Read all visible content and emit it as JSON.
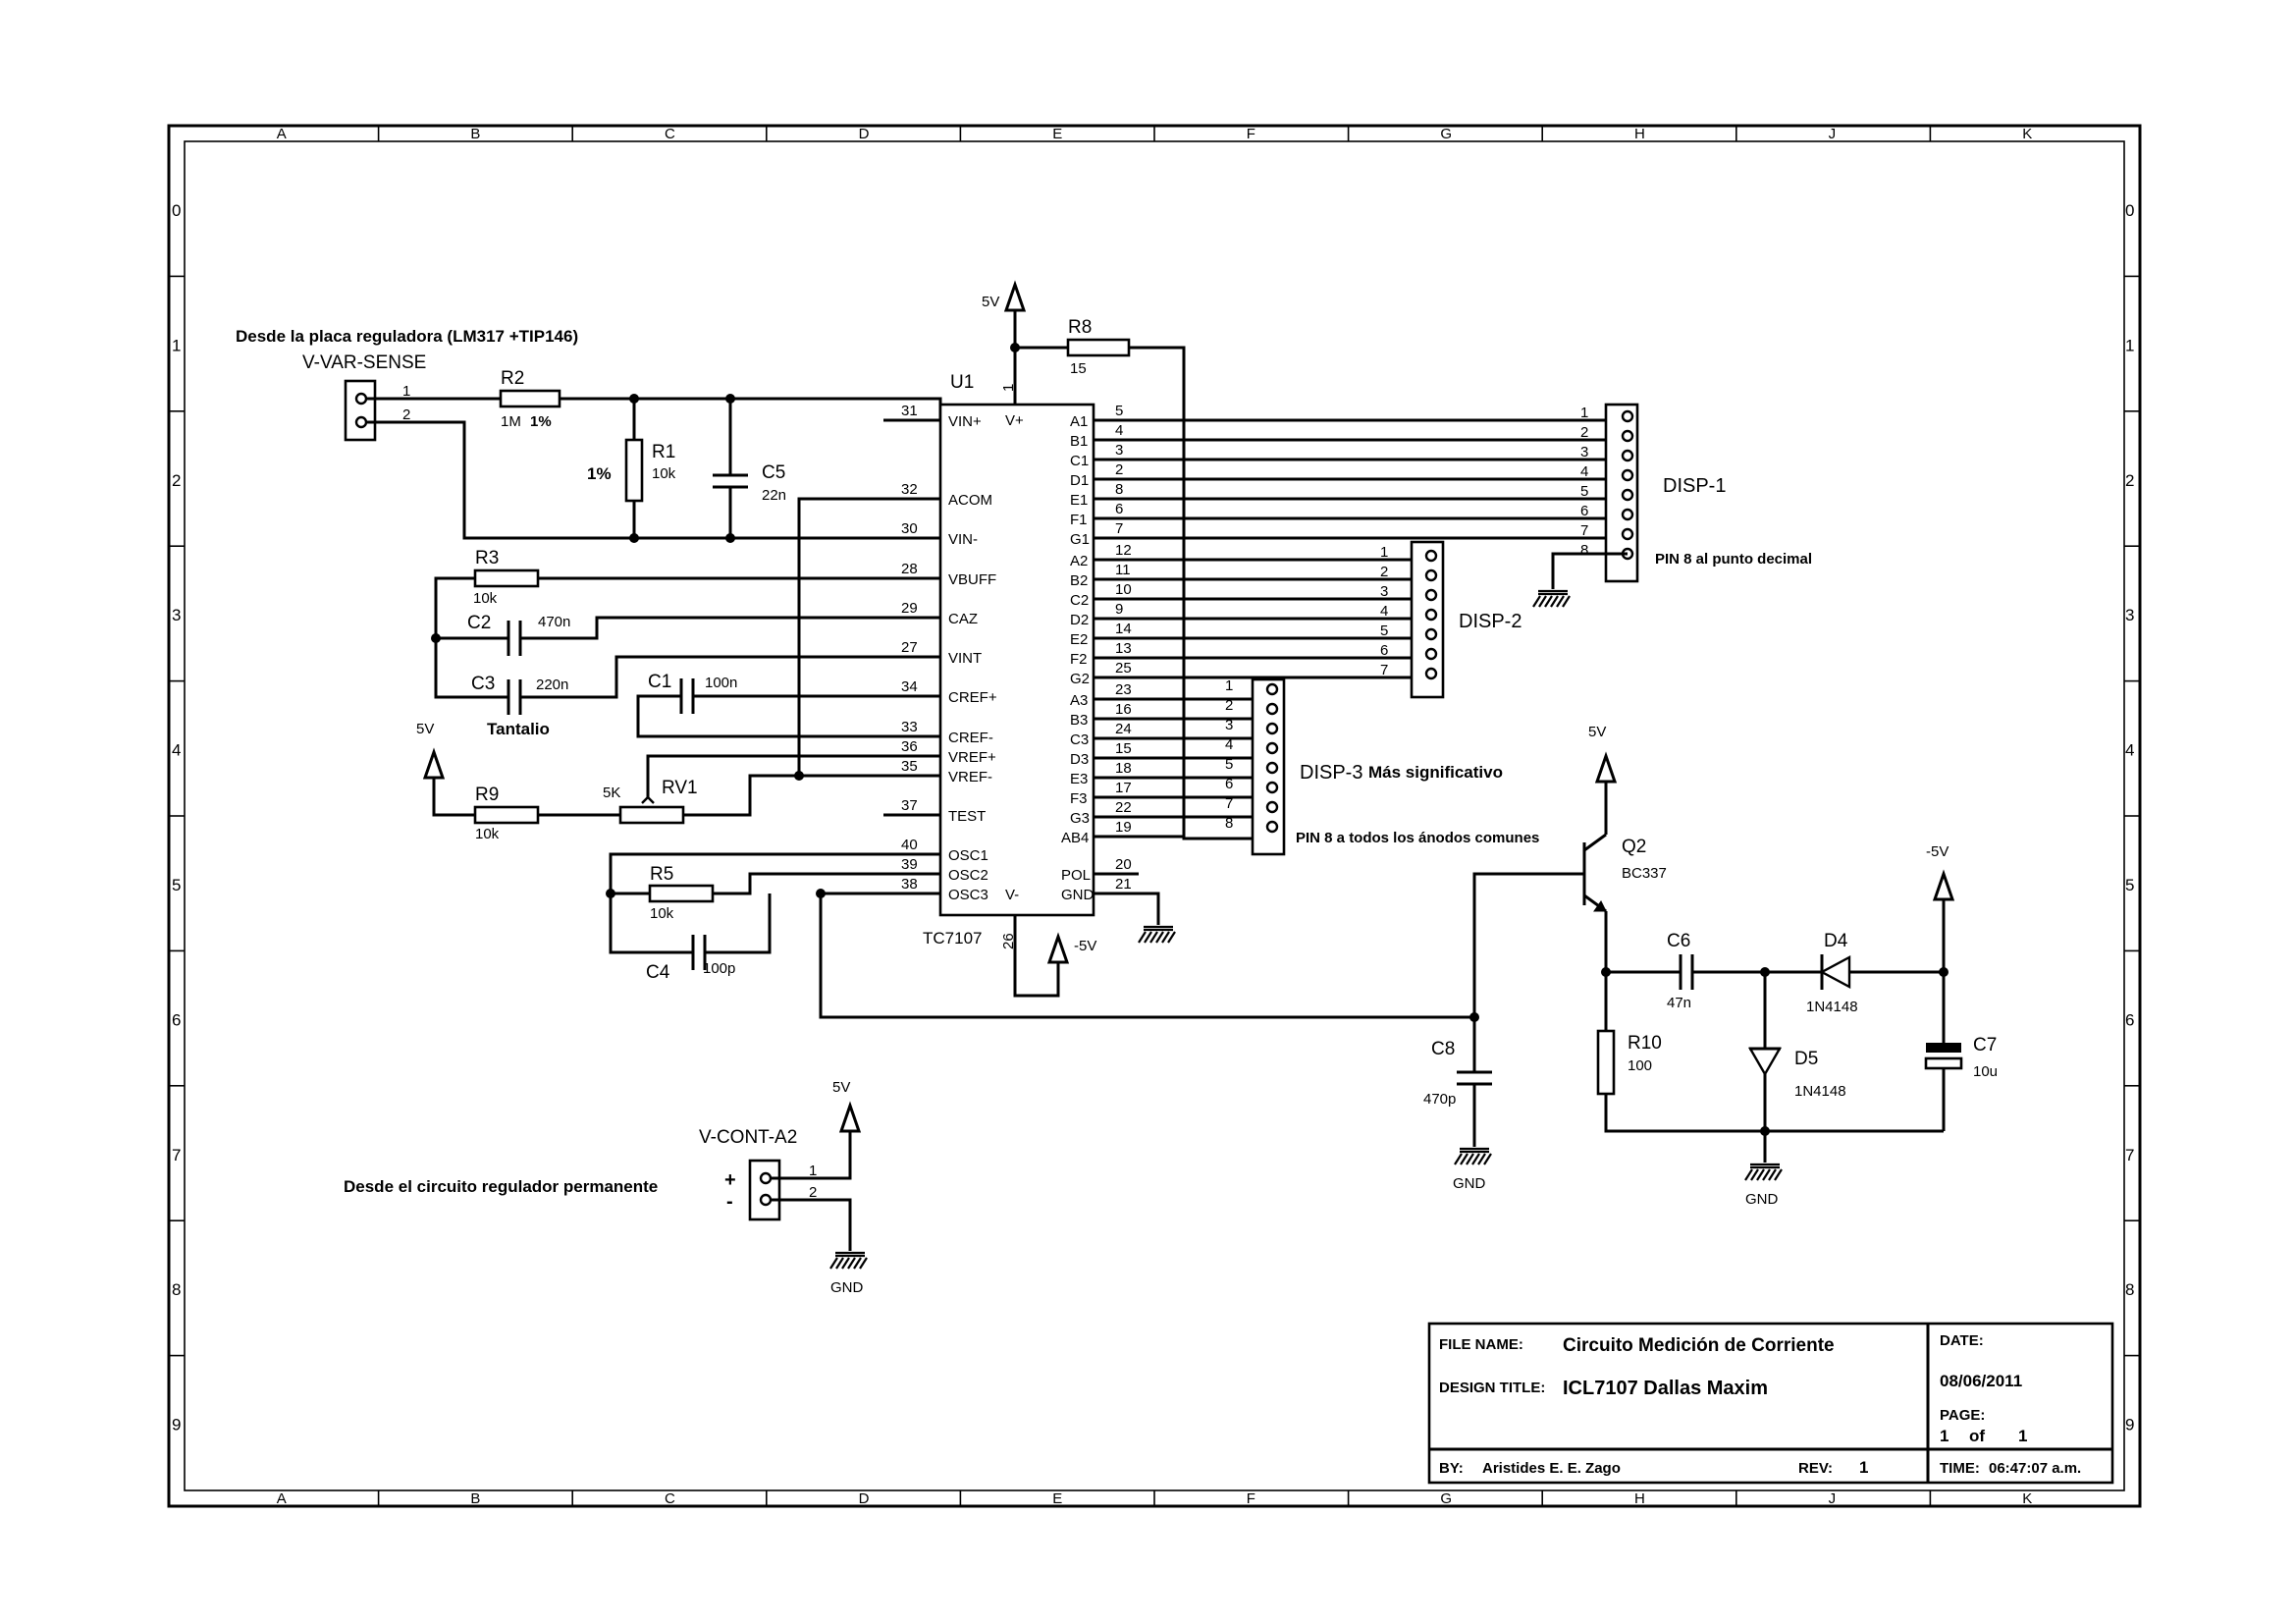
{
  "frame": {
    "columns": [
      "A",
      "B",
      "C",
      "D",
      "E",
      "F",
      "G",
      "H",
      "J",
      "K"
    ],
    "rows": [
      "0",
      "1",
      "2",
      "3",
      "4",
      "5",
      "6",
      "7",
      "8",
      "9"
    ]
  },
  "power": {
    "vcc": "5V",
    "vee": "-5V",
    "gnd": "GND"
  },
  "input": {
    "source_note": "Desde la placa reguladora (LM317 +TIP146)",
    "connector_name": "V-VAR-SENSE",
    "pins": [
      "1",
      "2"
    ]
  },
  "control": {
    "connector_name": "V-CONT-A2",
    "note": "Desde el circuito regulador permanente",
    "plus": "+",
    "minus": "-",
    "pins": [
      "1",
      "2"
    ]
  },
  "components": {
    "R1": {
      "ref": "R1",
      "value": "10k",
      "tol": "1%"
    },
    "R2": {
      "ref": "R2",
      "value": "1M",
      "tol": "1%"
    },
    "R3": {
      "ref": "R3",
      "value": "10k"
    },
    "R5": {
      "ref": "R5",
      "value": "10k"
    },
    "R8": {
      "ref": "R8",
      "value": "15"
    },
    "R9": {
      "ref": "R9",
      "value": "10k"
    },
    "R10": {
      "ref": "R10",
      "value": "100"
    },
    "RV1": {
      "ref": "RV1",
      "value": "5K"
    },
    "C1": {
      "ref": "C1",
      "value": "100n"
    },
    "C2": {
      "ref": "C2",
      "value": "470n"
    },
    "C3": {
      "ref": "C3",
      "value": "220n",
      "note": "Tantalio"
    },
    "C4": {
      "ref": "C4",
      "value": "100p"
    },
    "C5": {
      "ref": "C5",
      "value": "22n"
    },
    "C6": {
      "ref": "C6",
      "value": "47n"
    },
    "C7": {
      "ref": "C7",
      "value": "10u"
    },
    "C8": {
      "ref": "C8",
      "value": "470p"
    },
    "D4": {
      "ref": "D4",
      "value": "1N4148"
    },
    "D5": {
      "ref": "D5",
      "value": "1N4148"
    },
    "Q2": {
      "ref": "Q2",
      "value": "BC337"
    }
  },
  "ic": {
    "ref": "U1",
    "part": "TC7107",
    "top_pin": "1",
    "bottom_pin": "26",
    "top_label": "V+",
    "bottom_label": "V-",
    "left_pins": [
      {
        "num": "31",
        "name": "VIN+"
      },
      {
        "num": "32",
        "name": "ACOM"
      },
      {
        "num": "30",
        "name": "VIN-"
      },
      {
        "num": "28",
        "name": "VBUFF"
      },
      {
        "num": "29",
        "name": "CAZ"
      },
      {
        "num": "27",
        "name": "VINT"
      },
      {
        "num": "34",
        "name": "CREF+"
      },
      {
        "num": "33",
        "name": "CREF-"
      },
      {
        "num": "36",
        "name": "VREF+"
      },
      {
        "num": "35",
        "name": "VREF-"
      },
      {
        "num": "37",
        "name": "TEST"
      },
      {
        "num": "40",
        "name": "OSC1"
      },
      {
        "num": "39",
        "name": "OSC2"
      },
      {
        "num": "38",
        "name": "OSC3"
      }
    ],
    "right_pins": [
      {
        "num": "5",
        "name": "A1"
      },
      {
        "num": "4",
        "name": "B1"
      },
      {
        "num": "3",
        "name": "C1"
      },
      {
        "num": "2",
        "name": "D1"
      },
      {
        "num": "8",
        "name": "E1"
      },
      {
        "num": "6",
        "name": "F1"
      },
      {
        "num": "7",
        "name": "G1"
      },
      {
        "num": "12",
        "name": "A2"
      },
      {
        "num": "11",
        "name": "B2"
      },
      {
        "num": "10",
        "name": "C2"
      },
      {
        "num": "9",
        "name": "D2"
      },
      {
        "num": "14",
        "name": "E2"
      },
      {
        "num": "13",
        "name": "F2"
      },
      {
        "num": "25",
        "name": "G2"
      },
      {
        "num": "23",
        "name": "A3"
      },
      {
        "num": "16",
        "name": "B3"
      },
      {
        "num": "24",
        "name": "C3"
      },
      {
        "num": "15",
        "name": "D3"
      },
      {
        "num": "18",
        "name": "E3"
      },
      {
        "num": "17",
        "name": "F3"
      },
      {
        "num": "22",
        "name": "G3"
      },
      {
        "num": "19",
        "name": "AB4"
      },
      {
        "num": "20",
        "name": "POL"
      },
      {
        "num": "21",
        "name": "GND"
      }
    ]
  },
  "displays": {
    "disp1": {
      "name": "DISP-1",
      "pins": [
        "1",
        "2",
        "3",
        "4",
        "5",
        "6",
        "7",
        "8"
      ],
      "note": "PIN 8 al punto decimal"
    },
    "disp2": {
      "name": "DISP-2",
      "pins": [
        "1",
        "2",
        "3",
        "4",
        "5",
        "6",
        "7"
      ]
    },
    "disp3": {
      "name": "DISP-3",
      "subtitle": "Más significativo",
      "pins": [
        "1",
        "2",
        "3",
        "4",
        "5",
        "6",
        "7",
        "8"
      ],
      "note": "PIN 8 a todos los ánodos comunes"
    }
  },
  "title_block": {
    "file_name_label": "FILE NAME:",
    "file_name": "Circuito Medición de Corriente",
    "design_title_label": "DESIGN TITLE:",
    "design_title": "ICL7107 Dallas Maxim",
    "by_label": "BY:",
    "by": "Aristides E. E. Zago",
    "rev_label": "REV:",
    "rev": "1",
    "date_label": "DATE:",
    "date": "08/06/2011",
    "page_label": "PAGE:",
    "page_current": "1",
    "page_of": "of",
    "page_total": "1",
    "time_label": "TIME:",
    "time": "06:47:07 a.m."
  }
}
